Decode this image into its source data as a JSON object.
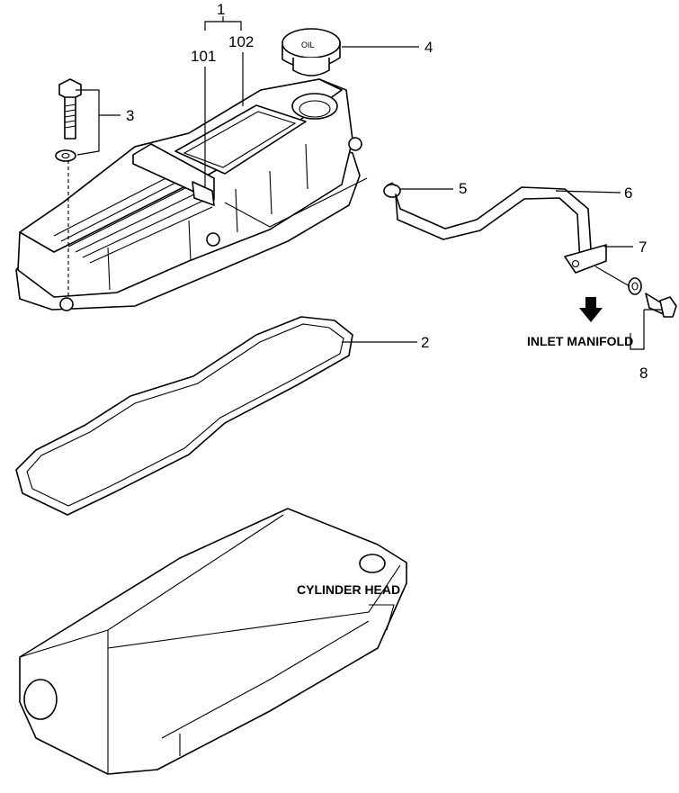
{
  "callouts": {
    "c1": "1",
    "c101": "101",
    "c102": "102",
    "c2": "2",
    "c3": "3",
    "c4": "4",
    "c5": "5",
    "c6": "6",
    "c7": "7",
    "c8": "8"
  },
  "captions": {
    "inlet_manifold": "INLET MANIFOLD",
    "cylinder_head": "CYLINDER HEAD"
  },
  "oil_cap_text": "OIL"
}
